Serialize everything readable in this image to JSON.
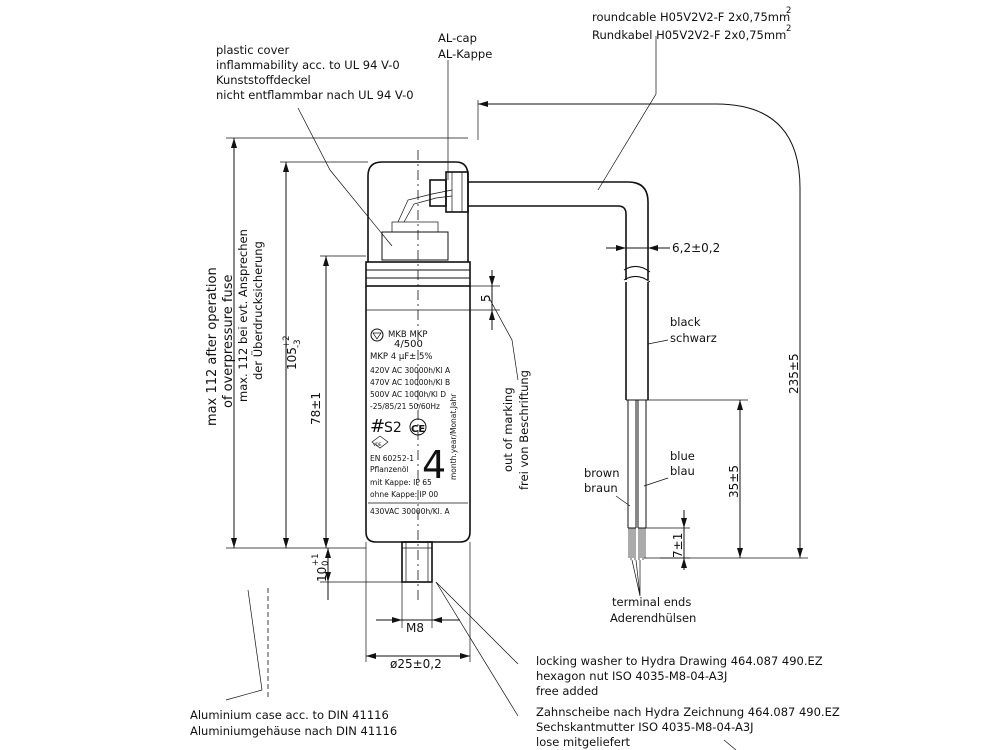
{
  "callouts": {
    "plastic_cover": [
      "plastic cover",
      "inflammability acc. to UL 94 V-0",
      "Kunststoffdeckel",
      "nicht entflammbar nach UL 94 V-0"
    ],
    "al_cap": [
      "AL-cap",
      "AL-Kappe"
    ],
    "cable": [
      "roundcable H05V2V2-F 2x0,75mm",
      "Rundkabel H05V2V2-F 2x0,75mm"
    ],
    "cable_sup": "2",
    "black": [
      "black",
      "schwarz"
    ],
    "blue": [
      "blue",
      "blau"
    ],
    "brown": [
      "brown",
      "braun"
    ],
    "terminal": [
      "terminal ends",
      "Aderendhülsen"
    ],
    "marking": [
      "out of marking",
      "frei von Beschriftung"
    ],
    "fuse": [
      "max 112 after operation",
      "of overpressure fuse",
      "max. 112 bei evt. Ansprechen",
      "der Überdrucksicherung"
    ],
    "case": [
      "Aluminium case acc. to DIN 41116",
      "Aluminiumgehäuse nach DIN 41116"
    ],
    "washer": [
      "locking washer to Hydra Drawing 464.087 490.EZ",
      "hexagon nut ISO 4035-M8-04-A3J",
      "free added"
    ],
    "washer_de": [
      "Zahnscheibe nach Hydra Zeichnung 464.087 490.EZ",
      "Sechskantmutter ISO 4035-M8-04-A3J",
      "lose mitgeliefert"
    ]
  },
  "dimensions": {
    "d105": "105",
    "d105_tol_plus": "+2",
    "d105_tol_minus": "-3",
    "d78": "78±1",
    "d10": "10",
    "d10_tol_plus": "+1",
    "d10_tol_minus": "0",
    "d5": "5",
    "dM8": "M8",
    "d25": "ø25±0,2",
    "d6": "6,2±0,2",
    "d235": "235±5",
    "d35": "35±5",
    "d7": "7±1"
  },
  "label": {
    "brand": "MKB MKP",
    "model": "4/500",
    "rating": "MKP 4 µF± 5%",
    "rows": [
      "420V AC 30000h/Kl A",
      "470V AC 10000h/Kl B",
      "500V AC 1000h/Kl D",
      "-25/85/21 50/60Hz"
    ],
    "s2": "S2",
    "ce": "CE",
    "vde": "VDE",
    "big_digit": "4",
    "date_code": "month.year/Monat.Jahr",
    "standard": "EN 60252-1",
    "oil": "Pflanzenöl",
    "ip1": "mit Kappe: IP 65",
    "ip2": "ohne Kappe: IP 00",
    "bottom_row": "430VAC 30000h/Kl. A"
  }
}
